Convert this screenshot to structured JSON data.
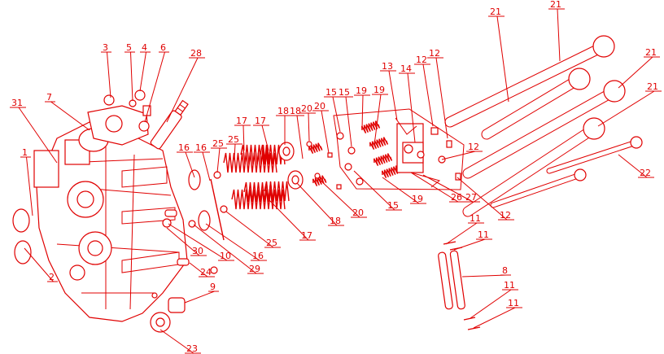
{
  "diagram": {
    "type": "exploded parts diagram",
    "line_color": "#e00000",
    "background": "#ffffff",
    "callouts": [
      "1",
      "2",
      "3",
      "5",
      "4",
      "6",
      "28",
      "31",
      "7",
      "16",
      "16",
      "25",
      "25",
      "17",
      "17",
      "18",
      "18",
      "20",
      "20",
      "15",
      "15",
      "19",
      "19",
      "13",
      "14",
      "12",
      "12",
      "12",
      "12",
      "21",
      "21",
      "21",
      "21",
      "22",
      "26",
      "27",
      "15",
      "19",
      "11",
      "11",
      "8",
      "11",
      "11",
      "18",
      "20",
      "17",
      "25",
      "16",
      "10",
      "29",
      "30",
      "24",
      "9",
      "23"
    ]
  }
}
